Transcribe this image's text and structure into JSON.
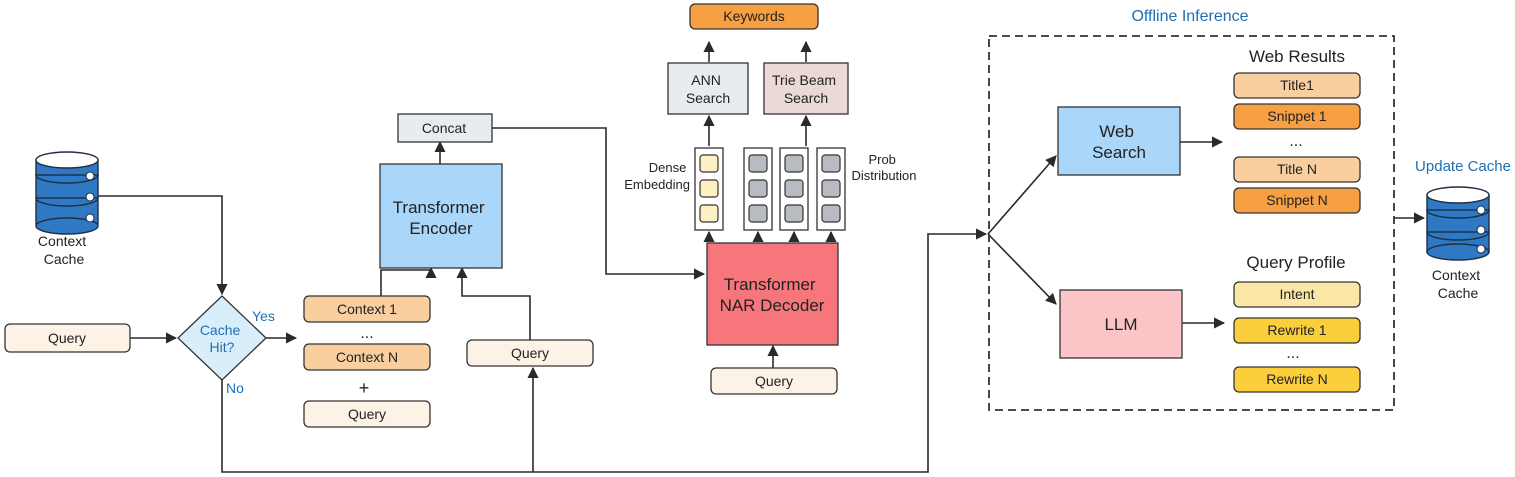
{
  "colors": {
    "cream": "#fdf2e6",
    "peach": "#f9cfa0",
    "orange": "#f6a043",
    "gray_box": "#e9ecef",
    "rose_box": "#ead9d4",
    "blue_box": "#a9d6f9",
    "red_box": "#f6767b",
    "pink_box": "#fbc5c7",
    "light_yellow": "#fbe7a5",
    "yellow": "#fbcf3b",
    "db_blue": "#2e78c4",
    "cell_gray": "#b8bcc2",
    "cell_yellow": "#fdf1c3",
    "accent_text": "#1f6fb2"
  },
  "icons": {
    "db_left": "database-cylinder-icon",
    "db_right": "database-cylinder-icon"
  },
  "labels": {
    "context_cache_left": [
      "Context",
      "Cache"
    ],
    "query_left": "Query",
    "cache_hit": [
      "Cache",
      "Hit?"
    ],
    "yes": "Yes",
    "no": "No",
    "context_1": "Context 1",
    "context_dots": "...",
    "context_n": "Context N",
    "plus": "+",
    "query_bottom": "Query",
    "concat": "Concat",
    "transformer_encoder": [
      "Transformer",
      "Encoder"
    ],
    "query_mid": "Query",
    "keywords": "Keywords",
    "ann_search": [
      "ANN",
      "Search"
    ],
    "trie_beam_search": [
      "Trie Beam",
      "Search"
    ],
    "dense_embedding": [
      "Dense",
      "Embedding"
    ],
    "prob_distribution": [
      "Prob",
      "Distribution"
    ],
    "transformer_nar_decoder": [
      "Transformer",
      "NAR Decoder"
    ],
    "query_decoder": "Query",
    "offline_inference": "Offline Inference",
    "web_search": [
      "Web",
      "Search"
    ],
    "web_results": "Web Results",
    "title1": "Title1",
    "snippet1": "Snippet 1",
    "web_dots": "...",
    "title_n": "Title N",
    "snippet_n": "Snippet N",
    "llm": "LLM",
    "query_profile": "Query Profile",
    "intent": "Intent",
    "rewrite1": "Rewrite 1",
    "rewrite_dots": "...",
    "rewrite_n": "Rewrite N",
    "update_cache": "Update Cache",
    "context_cache_right": [
      "Context",
      "Cache"
    ]
  }
}
